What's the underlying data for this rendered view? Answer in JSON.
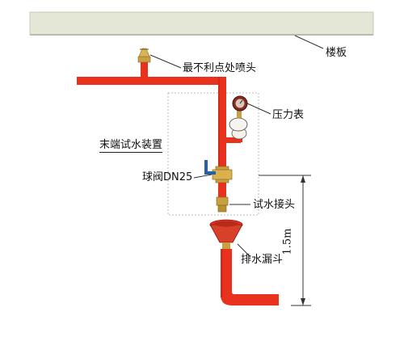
{
  "labels": {
    "floor_slab": "楼板",
    "least_favorable_sprinkler": "最不利点处喷头",
    "pressure_gauge": "压力表",
    "terminal_test_device": "末端试水装置",
    "ball_valve": "球阀DN25",
    "test_connector": "试水接头",
    "drain_funnel": "排水漏斗",
    "height_dimension": "1.5m"
  },
  "colors": {
    "pipe": "#e8321e",
    "pipe_dark": "#b81c0e",
    "slab": "#e4e6d6",
    "brass": "#c9a040",
    "valve_handle": "#2a5fa8"
  }
}
